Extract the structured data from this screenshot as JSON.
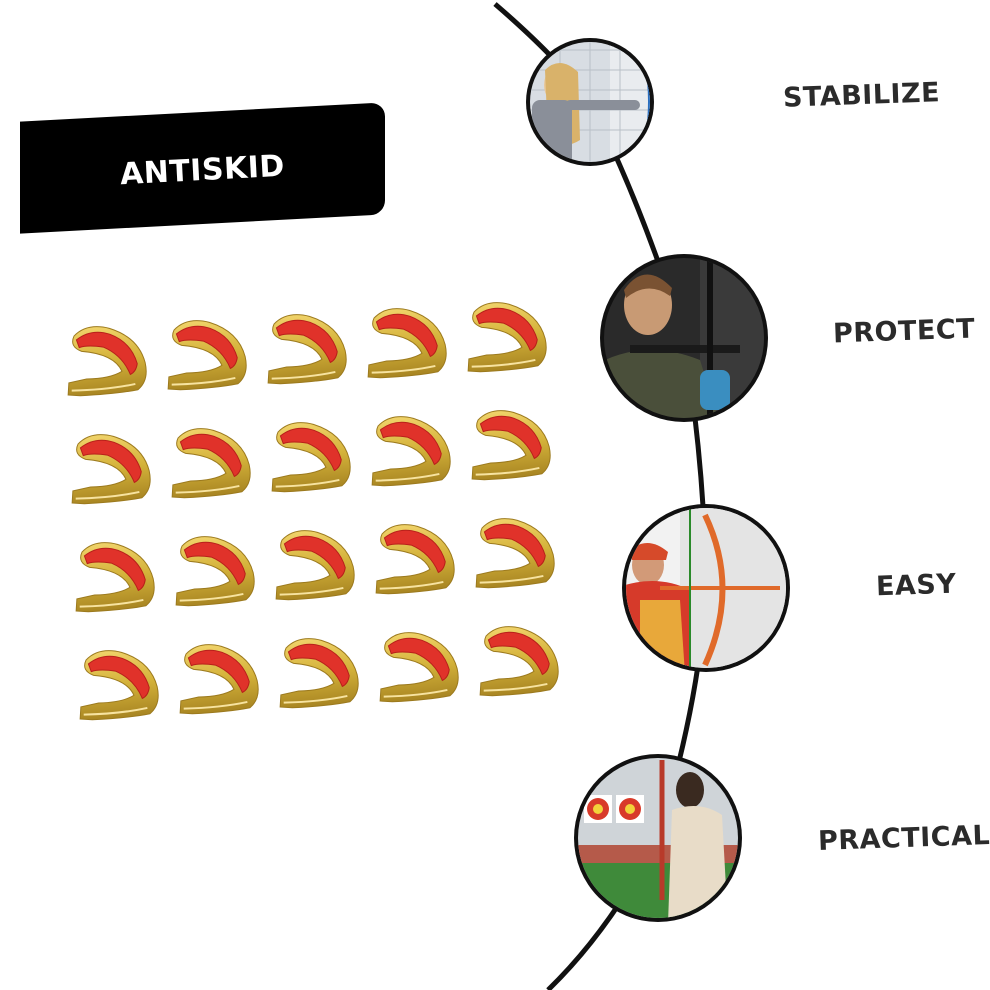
{
  "banner": {
    "text": "ANTISKID"
  },
  "features": [
    {
      "label": "STABILIZE",
      "photo_icon": "archer-girl-photo-icon"
    },
    {
      "label": "PROTECT",
      "photo_icon": "archer-man-compound-bow-photo-icon"
    },
    {
      "label": "EASY",
      "photo_icon": "archer-recurve-bow-photo-icon"
    },
    {
      "label": "PRACTICAL",
      "photo_icon": "archer-woman-target-range-photo-icon"
    }
  ],
  "product": {
    "count": 20,
    "rows": 4,
    "columns": 5,
    "colors": {
      "gold": "#d4b23a",
      "red": "#e0322a"
    }
  },
  "colors": {
    "banner_bg": "#000000",
    "banner_text": "#ffffff",
    "label_text": "#2b2b2b",
    "curve": "#111111"
  }
}
